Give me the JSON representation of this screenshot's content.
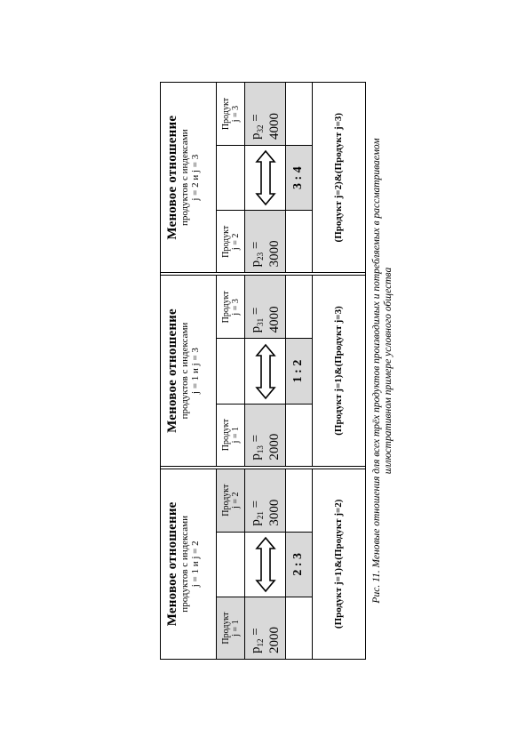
{
  "blocks": [
    {
      "title": "Меновое отношение",
      "sub1": "продуктов с индексами",
      "sub2": "j = 1 и j = 2",
      "left_label1": "Продукт",
      "left_label2": "j = 1",
      "right_label1": "Продукт",
      "right_label2": "j = 2",
      "left_var": "p",
      "left_sub": "12",
      "left_num": "2000",
      "right_var": "p",
      "right_sub": "21",
      "right_num": "3000",
      "ratio": "2 : 3",
      "footer": "(Продукт j=1)&(Продукт j=2)"
    },
    {
      "title": "Меновое отношение",
      "sub1": "продуктов с индексами",
      "sub2": "j = 1 и j = 3",
      "left_label1": "Продукт",
      "left_label2": "j = 1",
      "right_label1": "Продукт",
      "right_label2": "j = 3",
      "left_var": "p",
      "left_sub": "13",
      "left_num": "2000",
      "right_var": "p",
      "right_sub": "31",
      "right_num": "4000",
      "ratio": "1 : 2",
      "footer": "(Продукт j=1)&(Продукт j=3)"
    },
    {
      "title": "Меновое отношение",
      "sub1": "продуктов с индексами",
      "sub2": "j = 2 и j = 3",
      "left_label1": "Продукт",
      "left_label2": "j = 2",
      "right_label1": "Продукт",
      "right_label2": "j = 3",
      "left_var": "p",
      "left_sub": "23",
      "left_num": "3000",
      "right_var": "p",
      "right_sub": "32",
      "right_num": "4000",
      "ratio": "3 : 4",
      "footer": "(Продукт j=2)&(Продукт j=3)"
    }
  ],
  "caption": {
    "line1": "Рис. 11. Меновые отношения для всех трёх продуктов производимых и потребляемых в рассматриваемом",
    "line2": "иллюстративном примере условного общества"
  },
  "colors": {
    "shade": "#d9d9d9"
  }
}
